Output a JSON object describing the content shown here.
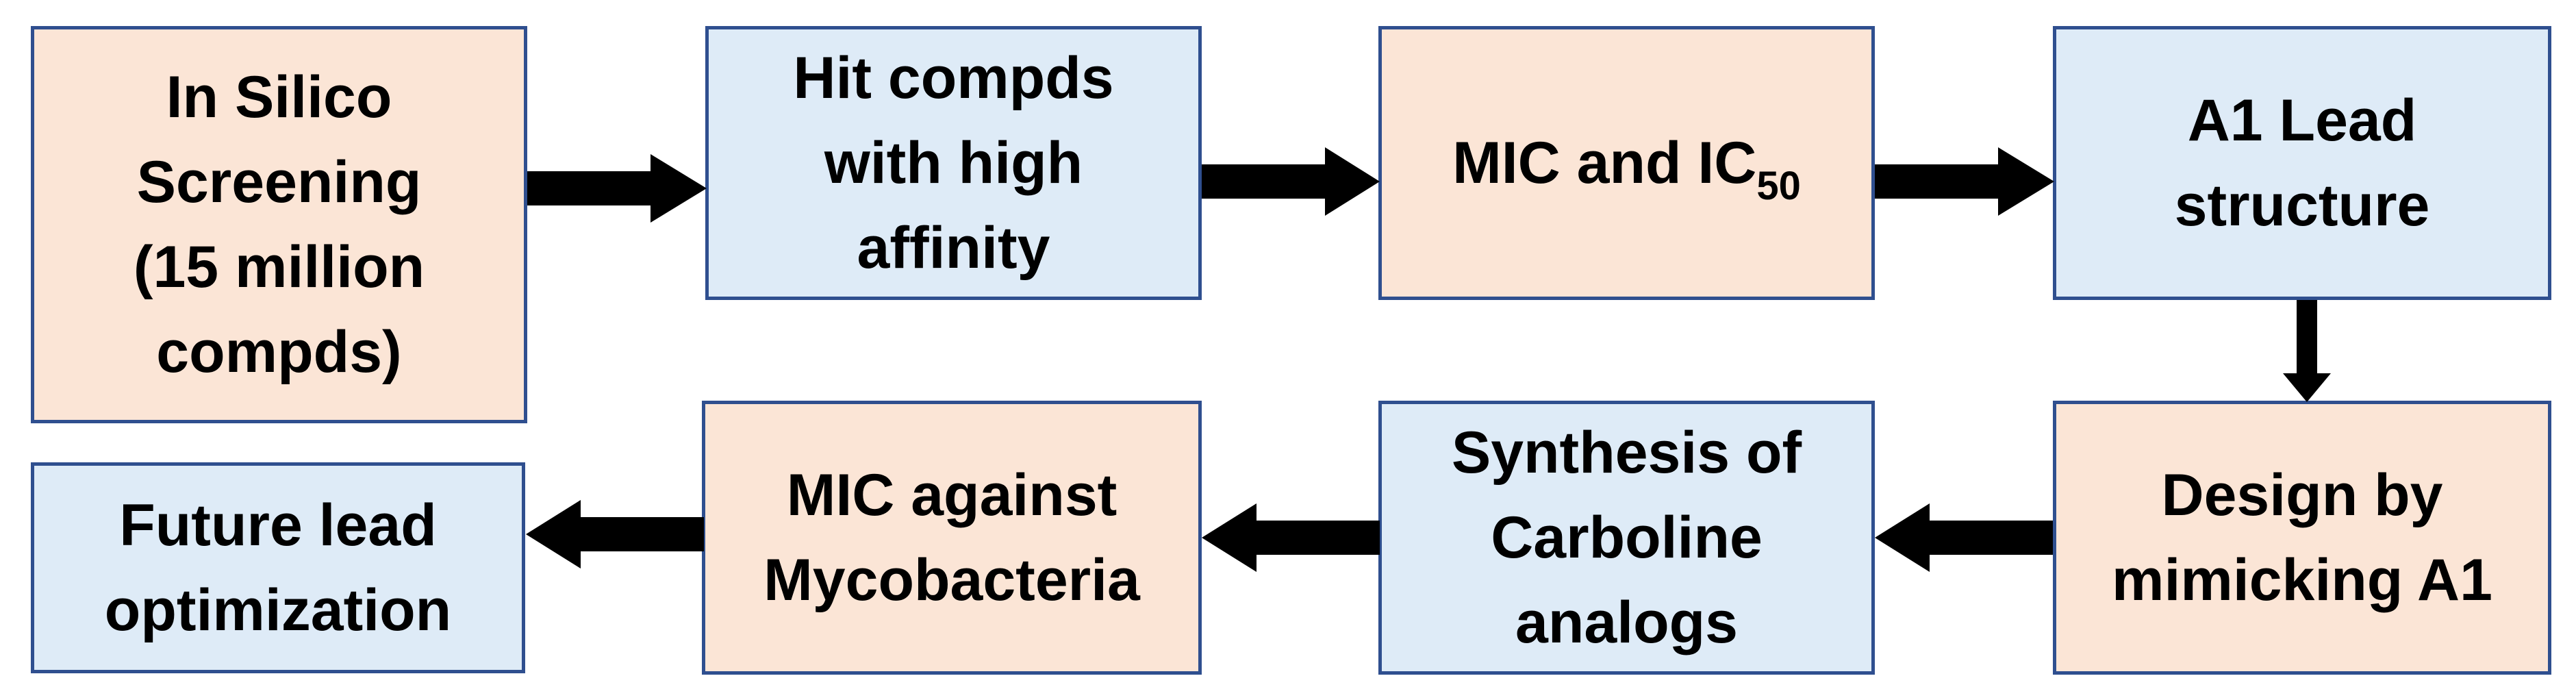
{
  "colors": {
    "peach": "#fbe5d6",
    "blue": "#deebf7",
    "border": "#2f4f8f",
    "arrow": "#000000"
  },
  "nodes": {
    "in_silico": {
      "lines": [
        "In Silico",
        "Screening",
        "(15 million",
        "compds)"
      ]
    },
    "hit_compds": {
      "lines": [
        "Hit compds",
        "with high",
        "affinity"
      ]
    },
    "mic_ic50": {
      "text": "MIC and IC",
      "subscript": "50"
    },
    "a1_lead": {
      "lines": [
        "A1 Lead",
        "structure"
      ]
    },
    "design": {
      "lines": [
        "Design by",
        "mimicking A1"
      ]
    },
    "synthesis": {
      "lines": [
        "Synthesis of",
        "Carboline",
        "analogs"
      ]
    },
    "mic_against": {
      "lines": [
        "MIC against",
        "Mycobacteria"
      ]
    },
    "future_lead": {
      "lines": [
        "Future lead",
        "optimization"
      ]
    }
  }
}
